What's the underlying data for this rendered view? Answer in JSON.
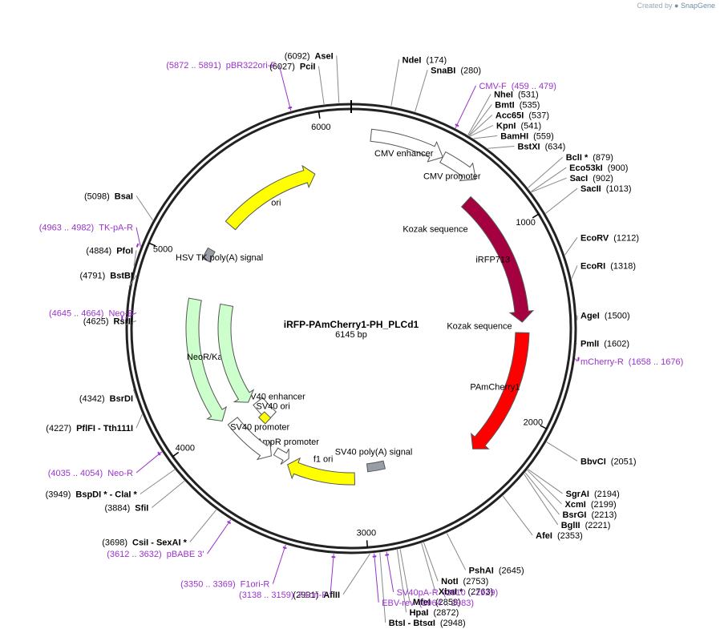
{
  "watermark": {
    "prefix": "Created by",
    "brand": "SnapGene"
  },
  "plasmid": {
    "name": "iRFP-PAmCherry1-PH_PLCd1",
    "size_text": "6145 bp",
    "length": 6145
  },
  "ticks": [
    {
      "bp": 1000,
      "label": "1000"
    },
    {
      "bp": 2000,
      "label": "2000"
    },
    {
      "bp": 3000,
      "label": "3000"
    },
    {
      "bp": 4000,
      "label": "4000"
    },
    {
      "bp": 5000,
      "label": "5000"
    },
    {
      "bp": 6000,
      "label": "6000"
    }
  ],
  "sites": [
    {
      "name": "AseI",
      "pos": "(6092)",
      "bp": 6092,
      "side": "left"
    },
    {
      "name": "PciI",
      "pos": "(6027)",
      "bp": 6027,
      "side": "left"
    },
    {
      "name": "NdeI",
      "pos": "(174)",
      "bp": 174,
      "side": "right"
    },
    {
      "name": "SnaBI",
      "pos": "(280)",
      "bp": 280,
      "side": "right"
    },
    {
      "name": "NheI",
      "pos": "(531)",
      "bp": 531,
      "side": "right"
    },
    {
      "name": "BmtI",
      "pos": "(535)",
      "bp": 535,
      "side": "right"
    },
    {
      "name": "Acc65I",
      "pos": "(537)",
      "bp": 537,
      "side": "right"
    },
    {
      "name": "KpnI",
      "pos": "(541)",
      "bp": 541,
      "side": "right"
    },
    {
      "name": "BamHI",
      "pos": "(559)",
      "bp": 559,
      "side": "right"
    },
    {
      "name": "BstXI",
      "pos": "(634)",
      "bp": 634,
      "side": "right"
    },
    {
      "name": "BclI *",
      "pos": "(879)",
      "bp": 879,
      "side": "right"
    },
    {
      "name": "Eco53kI",
      "pos": "(900)",
      "bp": 900,
      "side": "right"
    },
    {
      "name": "SacI",
      "pos": "(902)",
      "bp": 902,
      "side": "right"
    },
    {
      "name": "SacII",
      "pos": "(1013)",
      "bp": 1013,
      "side": "right"
    },
    {
      "name": "EcoRV",
      "pos": "(1212)",
      "bp": 1212,
      "side": "right"
    },
    {
      "name": "EcoRI",
      "pos": "(1318)",
      "bp": 1318,
      "side": "right"
    },
    {
      "name": "AgeI",
      "pos": "(1500)",
      "bp": 1500,
      "side": "right"
    },
    {
      "name": "PmlI",
      "pos": "(1602)",
      "bp": 1602,
      "side": "right"
    },
    {
      "name": "BbvCI",
      "pos": "(2051)",
      "bp": 2051,
      "side": "right"
    },
    {
      "name": "SgrAI",
      "pos": "(2194)",
      "bp": 2194,
      "side": "right"
    },
    {
      "name": "XcmI",
      "pos": "(2199)",
      "bp": 2199,
      "side": "right"
    },
    {
      "name": "BsrGI",
      "pos": "(2213)",
      "bp": 2213,
      "side": "right"
    },
    {
      "name": "BglII",
      "pos": "(2221)",
      "bp": 2221,
      "side": "right"
    },
    {
      "name": "AfeI",
      "pos": "(2353)",
      "bp": 2353,
      "side": "right"
    },
    {
      "name": "PshAI",
      "pos": "(2645)",
      "bp": 2645,
      "side": "right"
    },
    {
      "name": "NotI",
      "pos": "(2753)",
      "bp": 2753,
      "side": "right"
    },
    {
      "name": "XbaI *",
      "pos": "(2763)",
      "bp": 2763,
      "side": "right"
    },
    {
      "name": "MfeI",
      "pos": "(2859)",
      "bp": 2859,
      "side": "right"
    },
    {
      "name": "HpaI",
      "pos": "(2872)",
      "bp": 2872,
      "side": "right"
    },
    {
      "name": "BtsI - BtsαI",
      "pos": "(2948)",
      "bp": 2948,
      "side": "right"
    },
    {
      "name": "AflII",
      "pos": "(2991)",
      "bp": 2991,
      "side": "left"
    },
    {
      "name": "CsiI - SexAI *",
      "pos": "(3698)",
      "bp": 3698,
      "side": "left"
    },
    {
      "name": "SfiI",
      "pos": "(3884)",
      "bp": 3884,
      "side": "left"
    },
    {
      "name": "BspDI * - ClaI *",
      "pos": "(3949)",
      "bp": 3949,
      "side": "left"
    },
    {
      "name": "PflFI - Tth111I",
      "pos": "(4227)",
      "bp": 4227,
      "side": "left"
    },
    {
      "name": "BsrDI",
      "pos": "(4342)",
      "bp": 4342,
      "side": "left"
    },
    {
      "name": "RsrII",
      "pos": "(4625)",
      "bp": 4625,
      "side": "left"
    },
    {
      "name": "BstBI",
      "pos": "(4791)",
      "bp": 4791,
      "side": "left"
    },
    {
      "name": "PfoI",
      "pos": "(4884)",
      "bp": 4884,
      "side": "left"
    },
    {
      "name": "BsaI",
      "pos": "(5098)",
      "bp": 5098,
      "side": "left"
    }
  ],
  "primers": [
    {
      "name": "pBR322ori-F",
      "range": "(5872 .. 5891)",
      "bp": 5881,
      "side": "left"
    },
    {
      "name": "CMV-F",
      "range": "(459 .. 479)",
      "bp": 469,
      "side": "right"
    },
    {
      "name": "mCherry-R",
      "range": "(1658 .. 1676)",
      "bp": 1667,
      "side": "right"
    },
    {
      "name": "SV40pA-R",
      "range": "(2910 .. 2929)",
      "bp": 2919,
      "side": "right"
    },
    {
      "name": "EBV-rev",
      "range": "(2964 .. 2983)",
      "bp": 2973,
      "side": "right"
    },
    {
      "name": "F1ori-F",
      "range": "(3138 .. 3159)",
      "bp": 3148,
      "side": "left"
    },
    {
      "name": "F1ori-R",
      "range": "(3350 .. 3369)",
      "bp": 3360,
      "side": "left"
    },
    {
      "name": "pBABE 3'",
      "range": "(3612 .. 3632)",
      "bp": 3622,
      "side": "left"
    },
    {
      "name": "Neo-R",
      "range": "(4035 .. 4054)",
      "bp": 4044,
      "side": "left"
    },
    {
      "name": "Neo-F",
      "range": "(4645 .. 4664)",
      "bp": 4654,
      "side": "left"
    },
    {
      "name": "TK-pA-R",
      "range": "(4963 .. 4982)",
      "bp": 4972,
      "side": "left"
    }
  ],
  "features": [
    {
      "name": "CMV enhancer",
      "start": 100,
      "end": 480,
      "color": "#ffffff",
      "kind": "arrow"
    },
    {
      "name": "CMV promoter",
      "start": 480,
      "end": 680,
      "color": "#ffffff",
      "kind": "arrow"
    },
    {
      "name": "iRFP713",
      "start": 720,
      "end": 1500,
      "color": "#a50040",
      "kind": "arrow"
    },
    {
      "name": "PAmCherry1",
      "start": 1560,
      "end": 2300,
      "color": "#ff0000",
      "kind": "arrow"
    },
    {
      "name": "SV40 poly(A) signal",
      "start": 2840,
      "end": 2960,
      "color": "#999ea6",
      "kind": "box"
    },
    {
      "name": "f1 ori",
      "start": 3050,
      "end": 3500,
      "color": "#ffff00",
      "kind": "arrow"
    },
    {
      "name": "AmpR promoter",
      "start": 3510,
      "end": 3610,
      "color": "#ffffff",
      "kind": "arrow-rev"
    },
    {
      "name": "SV40 promoter",
      "start": 3620,
      "end": 3960,
      "color": "#ffffff",
      "kind": "arrow-rev"
    },
    {
      "name": "SV40 enhancer",
      "start": 3790,
      "end": 3960,
      "color": "#ffffff",
      "kind": "box"
    },
    {
      "name": "SV40 ori",
      "start": 3790,
      "end": 3860,
      "color": "#ffff00",
      "kind": "box"
    },
    {
      "name": "NeoR/KanR",
      "start": 4000,
      "end": 4790,
      "color": "#ccffcc",
      "kind": "arrow-rev"
    },
    {
      "name": "HSV TK poly(A) signal",
      "start": 5040,
      "end": 5110,
      "color": "#999ea6",
      "kind": "box"
    },
    {
      "name": "ori",
      "start": 5300,
      "end": 5920,
      "color": "#ffff00",
      "kind": "arrow"
    }
  ],
  "misc_labels": [
    {
      "name": "Kozak sequence",
      "bp": 700
    },
    {
      "name": "Kozak sequence",
      "bp": 1540
    }
  ]
}
